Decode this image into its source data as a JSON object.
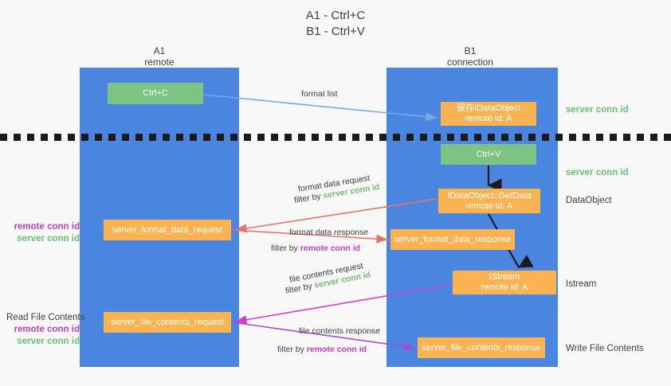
{
  "title": {
    "line1": "A1 - Ctrl+C",
    "line2": "B1 - Ctrl+V"
  },
  "columns": [
    {
      "id": "a1",
      "name": "A1",
      "role": "remote"
    },
    {
      "id": "b1",
      "name": "B1",
      "role": "connection"
    }
  ],
  "boxes": {
    "ctrl_c": "Ctrl+C",
    "save_idataobject_l1": "保存IDataObject",
    "save_idataobject_l2": "remote id: A",
    "ctrl_v": "Ctrl+V",
    "getdata_l1": "IDataObject::GetData",
    "getdata_l2": "remote id: A",
    "istream_l1": "IStream",
    "istream_l2": "remote id: A",
    "server_format_data_request": "server_format_data_request",
    "server_format_data_response": "server_format_data_response",
    "server_file_contents_request": "server_file_contents_request",
    "server_file_contents_response": "server_file_contents_response"
  },
  "edge_labels": {
    "format_list": "format list",
    "format_data_request": "format data request",
    "format_data_request_filter_prefix": "filter by ",
    "format_data_request_filter_value": "server conn id",
    "format_data_response": "format data response",
    "format_data_response_filter_prefix": "filter by ",
    "format_data_response_filter_value": "remote conn id",
    "file_contents_request": "file contents request",
    "file_contents_request_filter_prefix": "filter by ",
    "file_contents_request_filter_value": "server conn id",
    "file_contents_response": "file contents response",
    "file_contents_response_filter_prefix": "filter by ",
    "file_contents_response_filter_value": "remote conn id"
  },
  "annotations": {
    "right_server_conn_id_1": "server conn id",
    "right_server_conn_id_2": "server conn id",
    "right_dataobject": "DataObject",
    "right_istream": "Istream",
    "right_write_file_contents": "Write File Contents",
    "left_remote_conn_id_1": "remote conn id",
    "left_server_conn_id_1": "server conn id",
    "left_read_file_contents": "Read File Contents",
    "left_remote_conn_id_2": "remote conn id",
    "left_server_conn_id_2": "server conn id"
  },
  "colors": {
    "background": "#f8f8f8",
    "lane": "#4a86e0",
    "box_green": "#7dc383",
    "box_orange": "#fbb351",
    "text_dark": "#3c4043",
    "accent_green": "#6cbf73",
    "accent_purple": "#c13fc1",
    "arrow_blue": "#7aa9e0",
    "arrow_red": "#e8736a",
    "arrow_magenta": "#cf3fcf",
    "arrow_purple": "#a24fd0",
    "arrow_black": "#1b1b1b",
    "dash_line": "#1b1b1b"
  }
}
